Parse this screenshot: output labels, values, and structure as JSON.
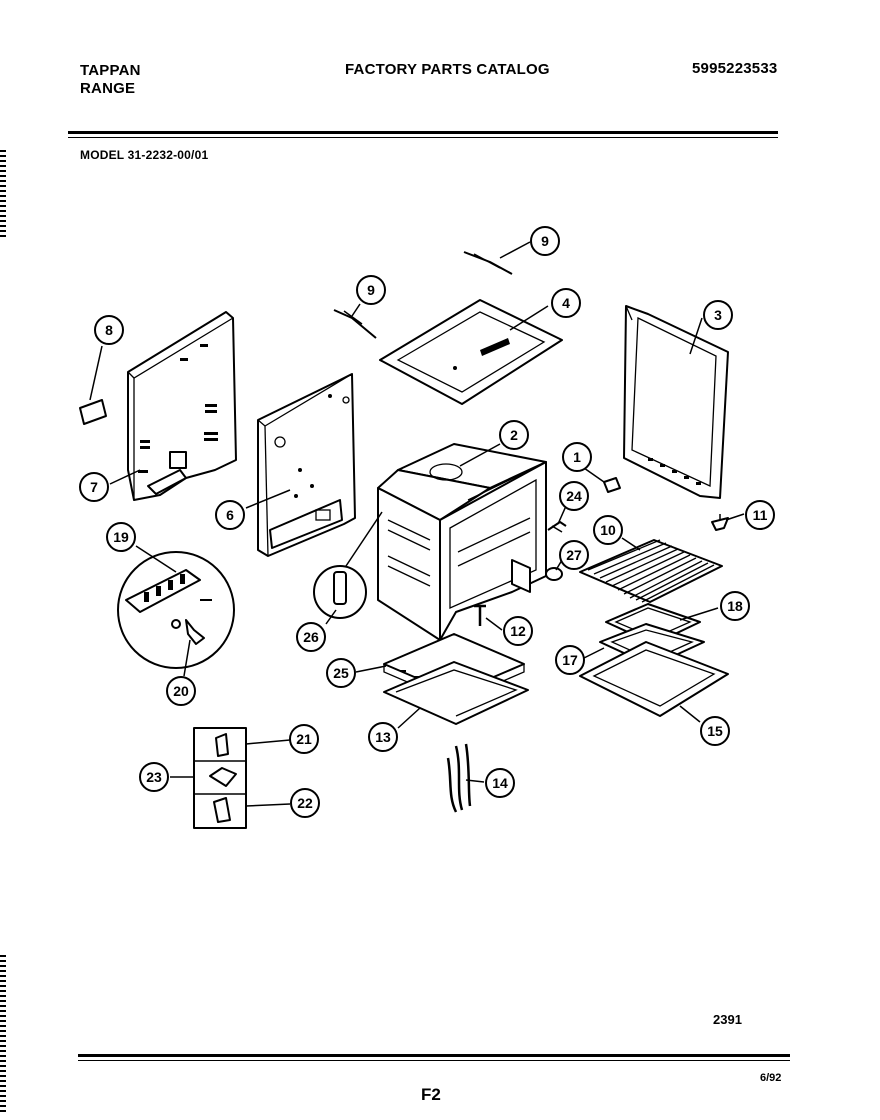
{
  "header": {
    "brand_line1": "TAPPAN",
    "brand_line2": "RANGE",
    "catalog_title": "FACTORY PARTS CATALOG",
    "part_number": "5995223533",
    "model": "MODEL 31-2232-00/01"
  },
  "callouts": {
    "c1": "1",
    "c2": "2",
    "c3": "3",
    "c4": "4",
    "c6": "6",
    "c7": "7",
    "c8": "8",
    "c9a": "9",
    "c9b": "9",
    "c10": "10",
    "c11": "11",
    "c12": "12",
    "c13": "13",
    "c14": "14",
    "c15": "15",
    "c17": "17",
    "c18": "18",
    "c19": "19",
    "c20": "20",
    "c21": "21",
    "c22": "22",
    "c23": "23",
    "c24": "24",
    "c25": "25",
    "c26": "26",
    "c27": "27"
  },
  "footer": {
    "figure_number": "2391",
    "page_code": "F2",
    "date": "6/92"
  }
}
